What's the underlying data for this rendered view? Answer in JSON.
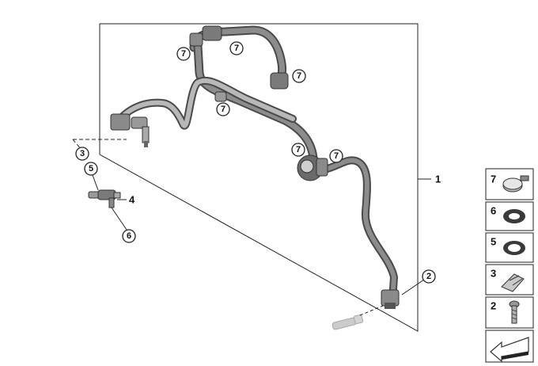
{
  "callouts": {
    "part_1": "1",
    "part_2": "2",
    "part_3": "3",
    "part_4": "4",
    "part_5": "5",
    "part_6": "6",
    "part_7": "7"
  },
  "legend": {
    "items": [
      "7",
      "6",
      "5",
      "3",
      "2"
    ]
  }
}
